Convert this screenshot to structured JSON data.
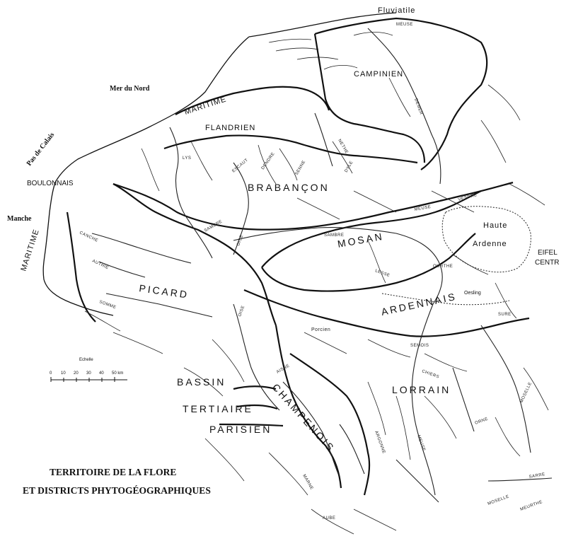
{
  "map": {
    "title_line1": "TERRITOIRE DE LA FLORE",
    "title_line2": "ET DISTRICTS PHYTOGÉOGRAPHIQUES",
    "seas": {
      "mer_du_nord": "Mer du Nord",
      "pas_de_calais": "Pas de Calais",
      "manche": "Manche"
    },
    "districts": {
      "fluviatile": "Fluviatile",
      "campinien": "CAMPINIEN",
      "maritime_north": "MARITIME",
      "flandrien": "FLANDRIEN",
      "boulonnais": "BOULONNAIS",
      "brabancon": "BRABANÇON",
      "maritime_west": "MARITIME",
      "mosan": "MOSAN",
      "haute": "Haute",
      "ardenne": "Ardenne",
      "eifel": "EIFEL",
      "centr": "CENTR",
      "picard": "PICARD",
      "ardennais": "ARDENNAIS",
      "oesling": "Oesling",
      "bassin": "BASSIN",
      "tertiaire": "TERTIAIRE",
      "parisien": "PARISIEN",
      "champenois": "CHAMPENOIS",
      "lorrain": "LORRAIN"
    },
    "rivers": {
      "meuse_north": "MEUSE",
      "escaut": "ESCAUT",
      "lys": "LYS",
      "dendre": "DENDRE",
      "senne": "SENNE",
      "dyle": "DYLE",
      "demer": "DEMER",
      "nethe": "NETHE",
      "sambre_west": "SAMBRE",
      "sambre_east": "SAMBRE",
      "canche": "CANCHE",
      "authie": "AUTHIE",
      "somme": "SOMME",
      "oise_north": "OISE",
      "oise_south": "OISE",
      "vesdre": "VESDRE",
      "ourthe": "OURTHE",
      "lesse": "LESSE",
      "semois": "SEMOIS",
      "sure": "SURE",
      "meuse_mid": "MEUSE",
      "chiers": "CHIERS",
      "aisne": "AISNE",
      "argonne": "ARGONNE",
      "meuse_south": "MEUSE",
      "moselle_east": "MOSELLE",
      "moselle_south": "MOSELLE",
      "orne": "ORNE",
      "sarre": "SARRE",
      "marne": "MARNE",
      "aube": "AUBE",
      "meurthe": "MEURTHE",
      "porcien": "Porcien"
    },
    "scale": {
      "label": "Echelle",
      "ticks": [
        "0",
        "10",
        "20",
        "30",
        "40",
        "50 km"
      ]
    }
  }
}
